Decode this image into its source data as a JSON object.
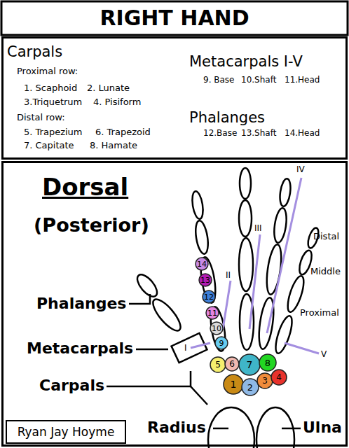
{
  "diagram": {
    "title": "RIGHT HAND",
    "nodes": [
      {
        "text": [
          "Carpals",
          "Proximal row:",
          "1. Scaphoid",
          "2. Lunate",
          "3.Triquetrum",
          "4. Pisiform",
          "Distal row:",
          "5. Trapezium",
          "6. Trapezoid",
          "7. Capitate",
          "8. Hamate",
          "Metacarpals I-V",
          "9. Base",
          "10.Shaft",
          "11.Head",
          "Phalanges",
          "12.Base",
          "13.Shaft",
          "14.Head"
        ]
      },
      {
        "text": [
          "Dorsal",
          "(Posterior)"
        ]
      },
      {
        "text": [
          "1"
        ],
        "in": 1
      },
      {
        "text": [
          "2"
        ],
        "in": 1
      },
      {
        "text": [
          "3"
        ],
        "in": 1
      },
      {
        "text": [
          "4"
        ],
        "in": 1
      },
      {
        "text": [
          "5"
        ],
        "in": 1
      },
      {
        "text": [
          "6"
        ],
        "in": 1
      },
      {
        "text": [
          "7"
        ],
        "in": 1
      },
      {
        "text": [
          "8"
        ],
        "in": 1
      },
      {
        "text": [
          "9"
        ],
        "in": 1
      },
      {
        "text": [
          "10"
        ],
        "in": 1
      },
      {
        "text": [
          "11"
        ],
        "in": 1
      },
      {
        "text": [
          "12"
        ],
        "in": 1
      },
      {
        "text": [
          "13"
        ],
        "in": 1
      },
      {
        "text": [
          "14"
        ],
        "in": 1
      },
      {
        "text": [
          "Ryan Jay Hoyme"
        ],
        "in": 1
      }
    ],
    "labels": [
      "Phalanges",
      "Metacarpals",
      "Carpals",
      "Radius",
      "Ulna",
      "Distal",
      "Middle",
      "Proximal",
      "I",
      "II",
      "III",
      "IV",
      "V"
    ]
  }
}
